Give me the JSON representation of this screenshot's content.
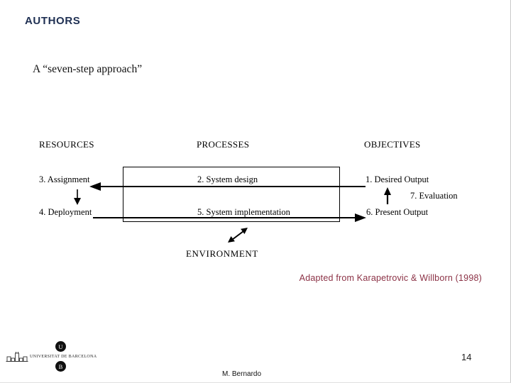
{
  "colors": {
    "title_navy": "#1E2F52",
    "credit_maroon": "#8B3145",
    "diagram_black": "#000000"
  },
  "slide": {
    "title": "AUTHORS",
    "subtitle": "A “seven-step approach”",
    "credit": "Adapted from Karapetrovic & Willborn (1998)",
    "page_number": "14",
    "author": "M. Bernardo"
  },
  "diagram": {
    "columns": [
      "RESOURCES",
      "PROCESSES",
      "OBJECTIVES"
    ],
    "nodes": {
      "assignment": "3. Assignment",
      "system_design": "2. System design",
      "desired_output": "1. Desired Output",
      "evaluation": "7. Evaluation",
      "deployment": "4. Deployment",
      "system_implementation": "5. System implementation",
      "present_output": "6. Present Output",
      "environment": "ENVIRONMENT"
    }
  },
  "logo": {
    "institution": "UNIVERSITAT DE BARCELONA",
    "initial_u": "U",
    "initial_b": "B"
  }
}
